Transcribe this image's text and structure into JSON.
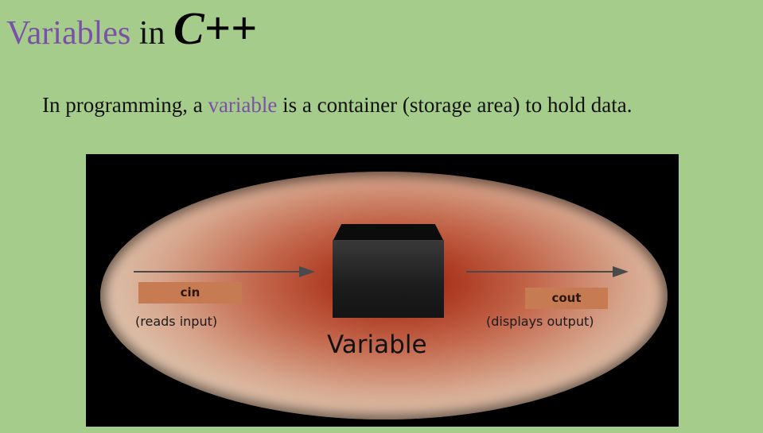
{
  "title": {
    "word": "Variables",
    "connector": "in",
    "language": "C++"
  },
  "intro": {
    "before": "In programming, a ",
    "highlight": "variable",
    "after": " is a container (storage area) to hold data."
  },
  "illustration": {
    "input_tag": "cin",
    "input_caption": "(reads input)",
    "output_tag": "cout",
    "output_caption": "(displays output)",
    "center_label": "Variable"
  },
  "colors": {
    "background": "#a6cc8b",
    "accent_purple": "#7a50a8",
    "tag_fill": "#c67b52"
  }
}
